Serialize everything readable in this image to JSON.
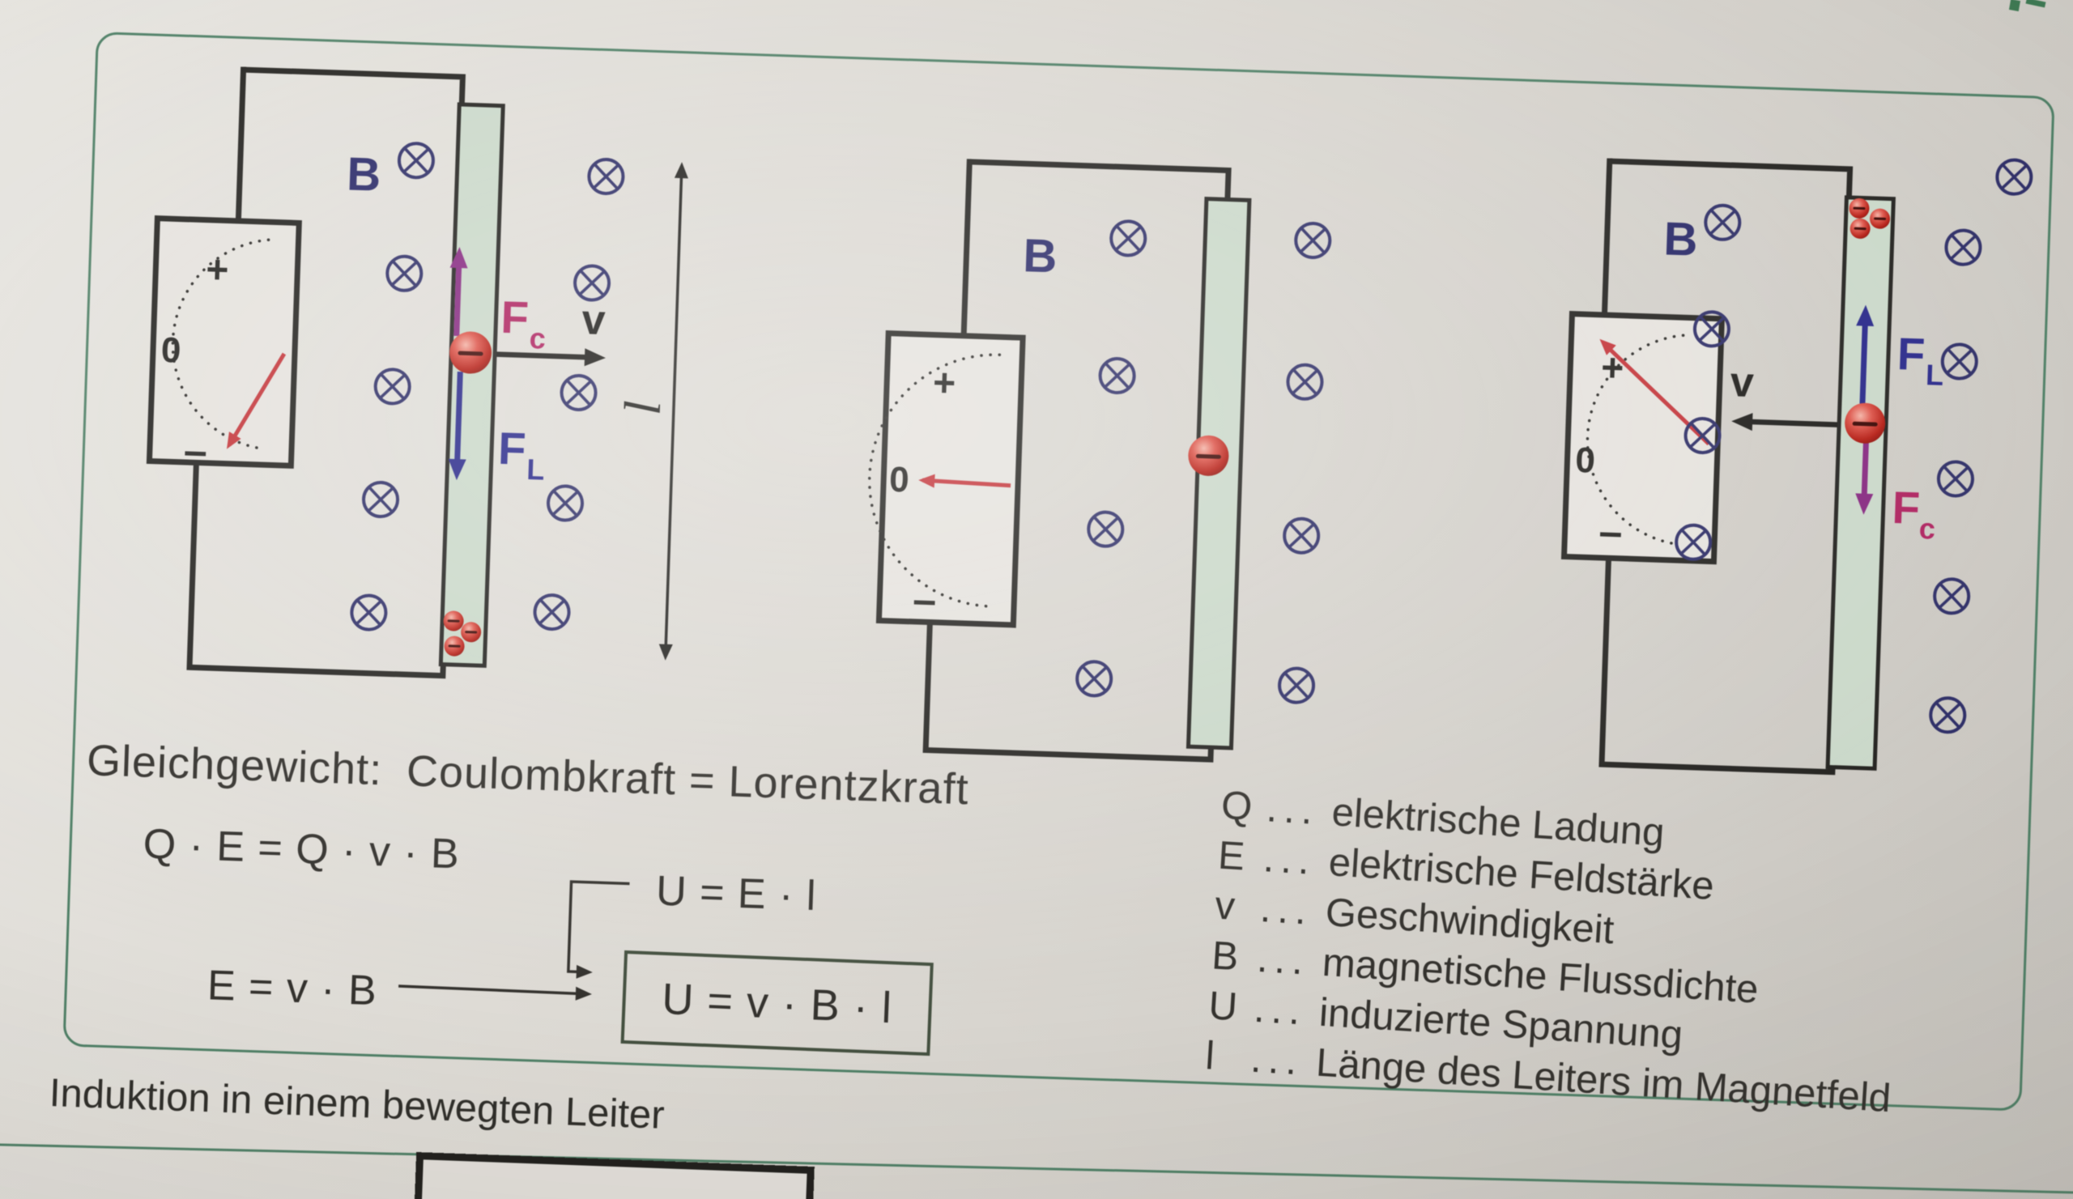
{
  "page": {
    "caption": "Induktion in einem bewegten Leiter"
  },
  "labels": {
    "field": "B",
    "velocity": "v",
    "force": "F",
    "coulomb_sub": "c",
    "lorentz_sub": "L",
    "length": "l"
  },
  "meter": {
    "plus": "+",
    "zero": "0",
    "minus": "–"
  },
  "formulas": {
    "equilibrium_title": "Gleichgewicht:",
    "equilibrium_body": "Coulombkraft = Lorentzkraft",
    "eq_balance": "Q · E  =  Q · v · B",
    "eq_voltage": "U  =  E · l",
    "eq_field": "E  =  v · B",
    "eq_result": "U  =  v · B · l"
  },
  "legend": {
    "dots": "...",
    "rows": [
      {
        "symbol": "Q",
        "desc": "elektrische Ladung"
      },
      {
        "symbol": "E",
        "desc": "elektrische Feldstärke"
      },
      {
        "symbol": "v",
        "desc": "Geschwindigkeit"
      },
      {
        "symbol": "B",
        "desc": "magnetische Flussdichte"
      },
      {
        "symbol": "U",
        "desc": "induzierte Spannung"
      },
      {
        "symbol": "l",
        "desc": "Länge des Leiters im Magnetfeld"
      }
    ]
  },
  "colors": {
    "panel_border": "#4e8066",
    "field_symbol": "#30306a",
    "wire": "#262522",
    "rod": "#cbd9ca",
    "electron": "#c6231b",
    "coulomb_force": "#8b2b85",
    "coulomb_label": "#b32462",
    "lorentz_force": "#2b2b8f",
    "needle": "#c9363b",
    "ink": "#34322e"
  }
}
